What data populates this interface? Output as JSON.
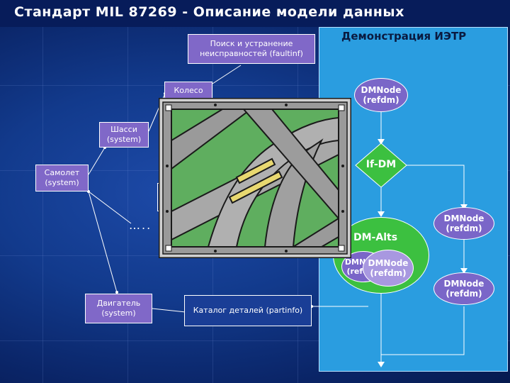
{
  "title": "Стандарт MIL 87269 -  Описание модели данных",
  "demo_panel": {
    "title": "Демонстрация ИЭТР"
  },
  "nodes": {
    "faultinf": "Поиск и устранение неисправностей (faultinf)",
    "wheel": "Колесо",
    "chassis": "Шасси (system)",
    "aircraft": "Самолет (system)",
    "engine": "Двигатель (system)",
    "partinfo": "Каталог деталей (partinfo)",
    "dots": "…..",
    "dmnode_top": "DMNode (refdm)",
    "ifdm": "If-DM",
    "dmalts": "DM-Alts",
    "dmnode_right1": "DMNode (refdm)",
    "dmnode_right2": "DMNode (refdm)",
    "dmnode_inner_back": "DMNode (refdm)",
    "dmnode_inner_front": "DMNode (refdm)"
  },
  "colors": {
    "panel": "#2a9de0",
    "node_purple": "#8068c8",
    "green": "#3cc040",
    "background": "#123a8c"
  },
  "icons": [
    "road-interchange-clipart-icon"
  ]
}
